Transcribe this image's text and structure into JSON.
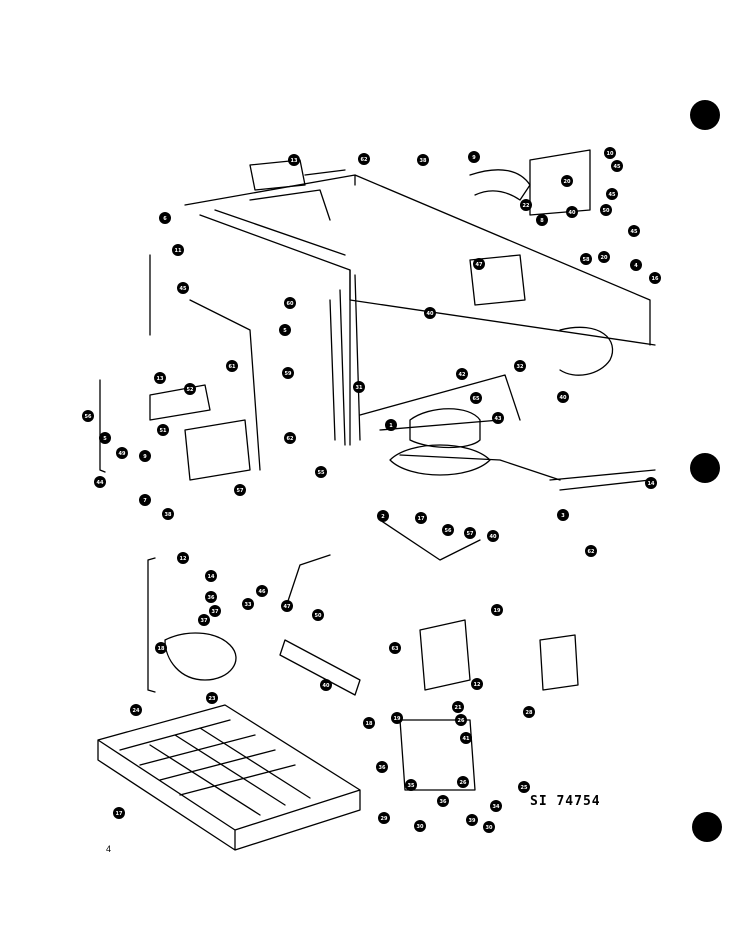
{
  "drawing_code": "SI 74754",
  "page_mark": "4",
  "colors": {
    "ink": "#000000",
    "paper": "#ffffff"
  },
  "callouts": [
    "13",
    "62",
    "38",
    "9",
    "10",
    "45",
    "20",
    "6",
    "45",
    "22",
    "40",
    "50",
    "45",
    "11",
    "8",
    "47",
    "58",
    "20",
    "4",
    "45",
    "16",
    "60",
    "5",
    "40",
    "61",
    "32",
    "13",
    "59",
    "52",
    "40",
    "42",
    "65",
    "31",
    "56",
    "43",
    "1",
    "51",
    "5",
    "62",
    "49",
    "9",
    "44",
    "55",
    "7",
    "57",
    "2",
    "3",
    "14",
    "62",
    "38",
    "17",
    "56",
    "57",
    "12",
    "14",
    "40",
    "36",
    "37",
    "33",
    "46",
    "47",
    "50",
    "19",
    "63",
    "37",
    "18",
    "40",
    "12",
    "28",
    "24",
    "19",
    "26",
    "18",
    "41",
    "36",
    "26",
    "35",
    "17",
    "25",
    "34",
    "36",
    "29",
    "39",
    "30",
    "30",
    "21",
    "23"
  ],
  "icons": [
    "registration-punch-icon"
  ]
}
